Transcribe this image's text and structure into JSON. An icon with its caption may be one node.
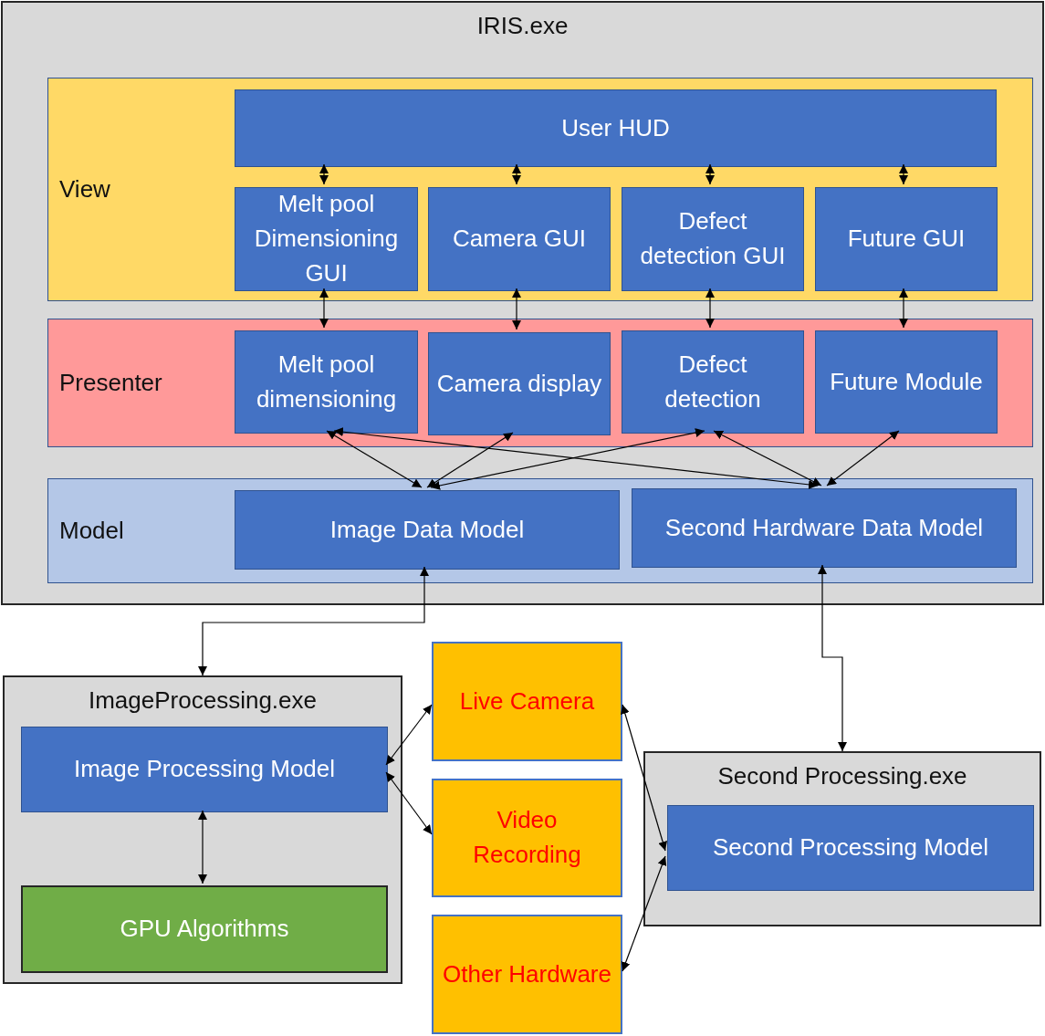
{
  "diagram": {
    "nodes": [
      {
        "text": [
          "IRIS.exe"
        ]
      },
      {
        "text": [
          "View"
        ],
        "in": 0
      },
      {
        "text": [
          "User HUD"
        ],
        "in": 1
      },
      {
        "text": [
          "Melt pool Dimensioning GUI"
        ],
        "in": 1
      },
      {
        "text": [
          "Camera GUI"
        ],
        "in": 1
      },
      {
        "text": [
          "Defect detection GUI"
        ],
        "in": 1
      },
      {
        "text": [
          "Future GUI"
        ],
        "in": 1
      },
      {
        "text": [
          "Presenter"
        ],
        "in": 0
      },
      {
        "text": [
          "Melt pool dimensioning"
        ],
        "in": 7
      },
      {
        "text": [
          "Camera display"
        ],
        "in": 7
      },
      {
        "text": [
          "Defect detection"
        ],
        "in": 7
      },
      {
        "text": [
          "Future Module"
        ],
        "in": 7
      },
      {
        "text": [
          "Model"
        ],
        "in": 0
      },
      {
        "text": [
          "Image Data Model"
        ],
        "in": 12
      },
      {
        "text": [
          "Second Hardware Data Model"
        ],
        "in": 12
      },
      {
        "text": [
          "ImageProcessing.exe"
        ]
      },
      {
        "text": [
          "Image Processing Model"
        ],
        "in": 15
      },
      {
        "text": [
          "GPU Algorithms"
        ],
        "in": 15
      },
      {
        "text": [
          "Live Camera"
        ]
      },
      {
        "text": [
          "Video Recording"
        ]
      },
      {
        "text": [
          "Other Hardware"
        ]
      },
      {
        "text": [
          "Second Processing.exe"
        ]
      },
      {
        "text": [
          "Second Processing Model"
        ],
        "in": 21
      }
    ],
    "edges": [
      {
        "from": 2,
        "to": 3,
        "arrow": "both"
      },
      {
        "from": 2,
        "to": 4,
        "arrow": "both"
      },
      {
        "from": 2,
        "to": 5,
        "arrow": "both"
      },
      {
        "from": 2,
        "to": 6,
        "arrow": "both"
      },
      {
        "from": 3,
        "to": 8,
        "arrow": "both"
      },
      {
        "from": 4,
        "to": 9,
        "arrow": "both"
      },
      {
        "from": 5,
        "to": 10,
        "arrow": "both"
      },
      {
        "from": 6,
        "to": 11,
        "arrow": "both"
      },
      {
        "from": 8,
        "to": 13,
        "arrow": "both"
      },
      {
        "from": 8,
        "to": 14,
        "arrow": "both"
      },
      {
        "from": 9,
        "to": 13,
        "arrow": "both"
      },
      {
        "from": 10,
        "to": 13,
        "arrow": "both"
      },
      {
        "from": 10,
        "to": 14,
        "arrow": "both"
      },
      {
        "from": 11,
        "to": 14,
        "arrow": "both"
      },
      {
        "from": 13,
        "to": 15,
        "arrow": "both"
      },
      {
        "from": 14,
        "to": 21,
        "arrow": "both"
      },
      {
        "from": 16,
        "to": 18,
        "arrow": "both"
      },
      {
        "from": 16,
        "to": 19,
        "arrow": "both"
      },
      {
        "from": 16,
        "to": 17,
        "arrow": "both"
      },
      {
        "from": 18,
        "to": 22,
        "arrow": "both"
      },
      {
        "from": 20,
        "to": 22,
        "arrow": "both"
      }
    ]
  }
}
